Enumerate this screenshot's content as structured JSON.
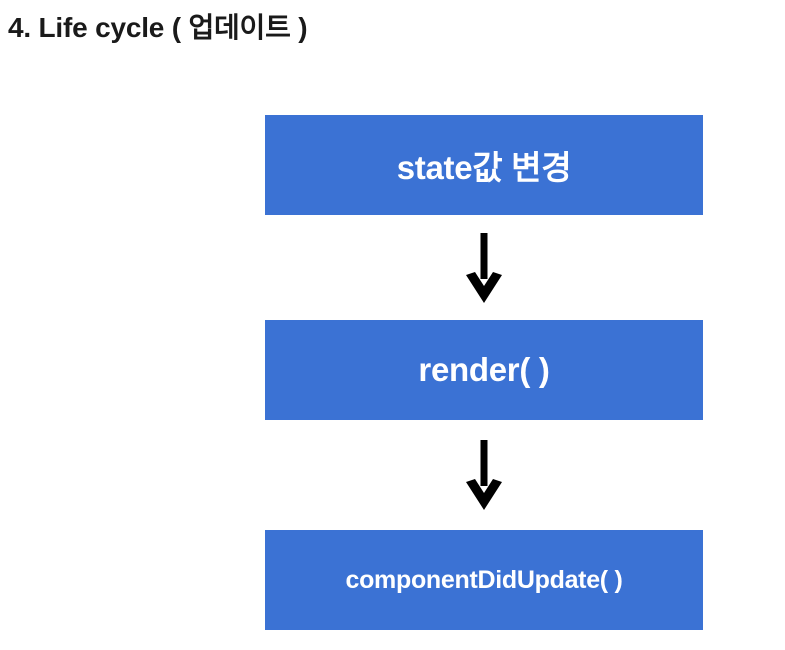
{
  "slide": {
    "title": "4. Life cycle ( 업데이트 )",
    "background_color": "#ffffff",
    "title_color": "#1a1a1a"
  },
  "diagram": {
    "type": "vertical-flow",
    "node_fill_color": "#3b72d4",
    "node_text_color": "#ffffff",
    "arrow_color": "#000000",
    "nodes": [
      {
        "id": "state-change",
        "label": "state값 변경",
        "text_size": "large"
      },
      {
        "id": "render",
        "label": "render( )",
        "text_size": "large"
      },
      {
        "id": "component-did-update",
        "label": "componentDidUpdate( )",
        "text_size": "small"
      }
    ],
    "connectors": [
      {
        "id": "arrow-1",
        "from": "state-change",
        "to": "render",
        "icon": "arrow-down-icon"
      },
      {
        "id": "arrow-2",
        "from": "render",
        "to": "component-did-update",
        "icon": "arrow-down-icon"
      }
    ]
  }
}
